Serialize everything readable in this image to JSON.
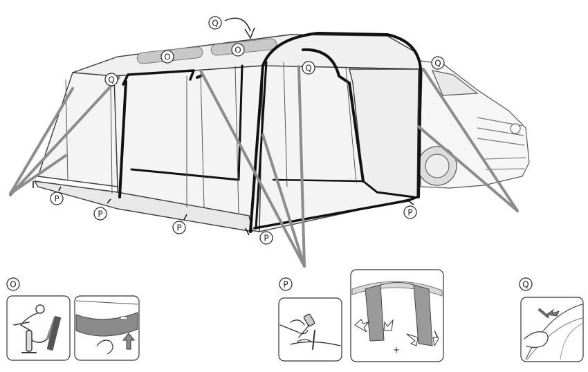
{
  "callouts": {
    "O": "O",
    "P": "P",
    "Q": "Q",
    "plus": "+"
  },
  "colors": {
    "outline": "#3a3a3a",
    "fabric": "#f4f4f4",
    "frame": "#111111",
    "guy_line": "#8c8c8c",
    "tube": "#c8c8c8",
    "door_panel": "#9a9a9a"
  }
}
